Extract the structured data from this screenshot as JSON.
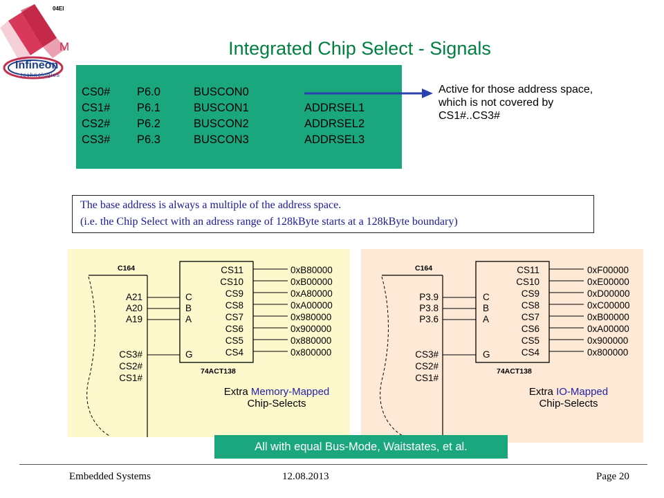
{
  "logo": {
    "top_code": "04EI",
    "letter": "M",
    "brand": "Infineon",
    "tagline": "technologies"
  },
  "title": "Integrated Chip Select - Signals",
  "cs_table": {
    "rows": [
      {
        "cs": "CS0#",
        "port": "P6.0",
        "buscon": "BUSCON0",
        "addrsel": ""
      },
      {
        "cs": "CS1#",
        "port": "P6.1",
        "buscon": "BUSCON1",
        "addrsel": "ADDRSEL1"
      },
      {
        "cs": "CS2#",
        "port": "P6.2",
        "buscon": "BUSCON2",
        "addrsel": "ADDRSEL2"
      },
      {
        "cs": "CS3#",
        "port": "P6.3",
        "buscon": "BUSCON3",
        "addrsel": "ADDRSEL3"
      }
    ]
  },
  "arrow_note": {
    "line1": "Active for those address space,",
    "line2": "which is not covered by",
    "line3": "CS1#..CS3#"
  },
  "base_note": {
    "line1": "The base address is always a multiple of the address space.",
    "line2": "(i.e. the Chip Select with an  adress range of 128kByte starts at a 128kByte boundary)"
  },
  "diagrams": {
    "left": {
      "cpu_label": "C164",
      "addr_pins": [
        "A21",
        "A20",
        "A19"
      ],
      "cs_pins": [
        "CS3#",
        "CS2#",
        "CS1#"
      ],
      "sel_inputs": [
        "C",
        "B",
        "A"
      ],
      "enable_input": "G",
      "outputs": [
        "CS11",
        "CS10",
        "CS9",
        "CS8",
        "CS7",
        "CS6",
        "CS5",
        "CS4"
      ],
      "addresses": [
        "0xB80000",
        "0xB00000",
        "0xA80000",
        "0xA00000",
        "0x980000",
        "0x900000",
        "0x880000",
        "0x800000"
      ],
      "chip_label": "74ACT138",
      "caption_pre": "Extra ",
      "caption_hl": "Memory-Mapped",
      "caption_line2": "Chip-Selects"
    },
    "right": {
      "cpu_label": "C164",
      "addr_pins": [
        "P3.9",
        "P3.8",
        "P3.6"
      ],
      "cs_pins": [
        "CS3#",
        "CS2#",
        "CS1#"
      ],
      "sel_inputs": [
        "C",
        "B",
        "A"
      ],
      "enable_input": "G",
      "outputs": [
        "CS11",
        "CS10",
        "CS9",
        "CS8",
        "CS7",
        "CS6",
        "CS5",
        "CS4"
      ],
      "addresses": [
        "0xF00000",
        "0xE00000",
        "0xD00000",
        "0xC00000",
        "0xB00000",
        "0xA00000",
        "0x900000",
        "0x800000"
      ],
      "chip_label": "74ACT138",
      "caption_pre": "Extra ",
      "caption_hl": "IO-Mapped",
      "caption_line2": "Chip-Selects"
    }
  },
  "bottom_banner": "All with equal Bus-Mode, Waitstates, et al.",
  "footer": {
    "left": "Embedded Systems",
    "center": "12.08.2013",
    "right": "Page 20"
  },
  "colors": {
    "title": "#008040",
    "green_box": "#1aa77e",
    "arrow": "#2a3fb0",
    "panel_left": "#fdf9cc",
    "panel_right": "#fde9d6"
  }
}
